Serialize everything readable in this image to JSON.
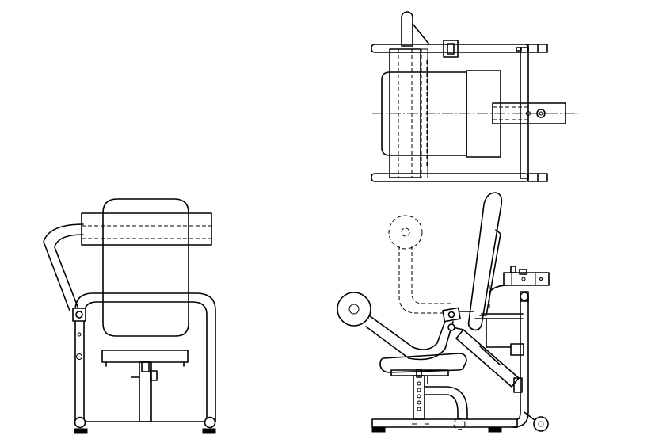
{
  "drawing": {
    "stroke_color": "#000000",
    "background_color": "#ffffff",
    "views": [
      {
        "id": "top-view"
      },
      {
        "id": "front-view"
      },
      {
        "id": "side-view"
      }
    ]
  }
}
